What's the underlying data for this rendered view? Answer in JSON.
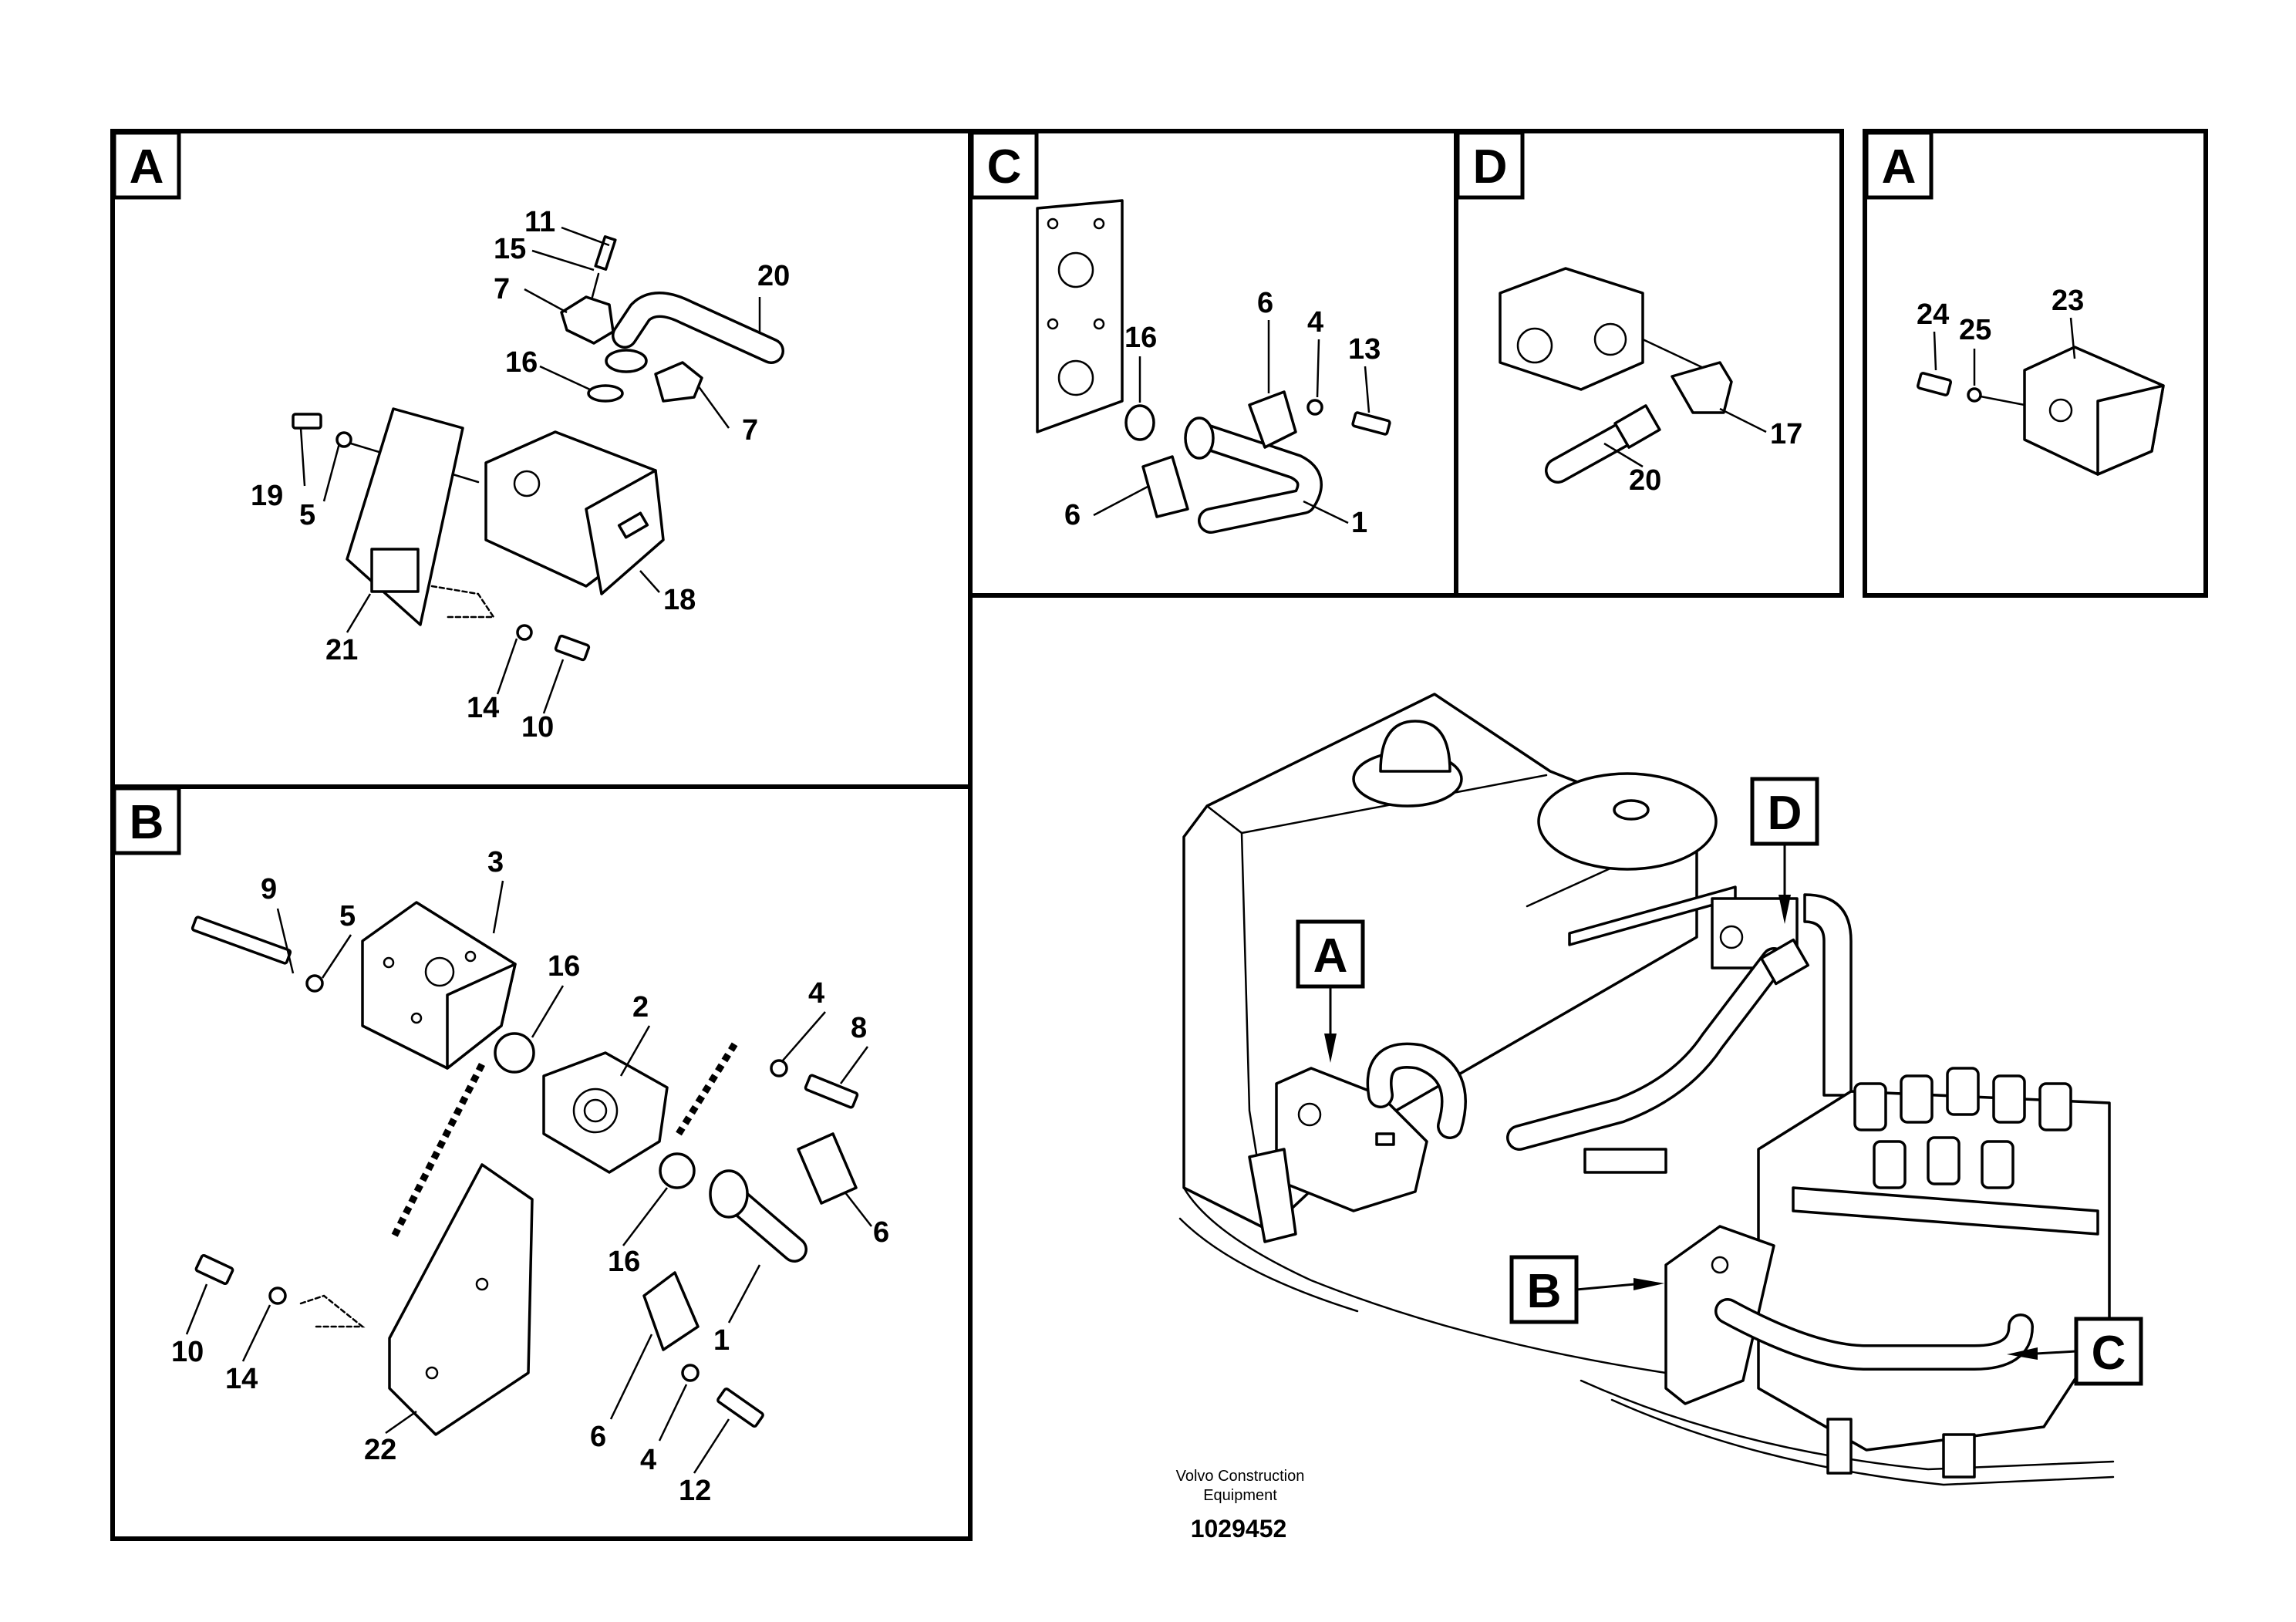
{
  "panels": {
    "top_left": {
      "tag": "A",
      "callouts": [
        "11",
        "15",
        "7",
        "20",
        "16",
        "7",
        "19",
        "5",
        "18",
        "21",
        "14",
        "10"
      ]
    },
    "middle_c": {
      "tag": "C",
      "callouts": [
        "16",
        "6",
        "4",
        "13",
        "6",
        "1"
      ]
    },
    "middle_d": {
      "tag": "D",
      "callouts": [
        "17",
        "20"
      ]
    },
    "top_right": {
      "tag": "A",
      "callouts": [
        "24",
        "25",
        "23"
      ]
    },
    "bottom_left": {
      "tag": "B",
      "callouts": [
        "9",
        "5",
        "3",
        "16",
        "2",
        "4",
        "8",
        "16",
        "6",
        "1",
        "10",
        "14",
        "6",
        "4",
        "12",
        "22"
      ]
    }
  },
  "overview": {
    "tags": [
      "A",
      "B",
      "C",
      "D"
    ]
  },
  "footer": {
    "company_line1": "Volvo Construction",
    "company_line2": "Equipment",
    "drawing_number": "1029452"
  }
}
